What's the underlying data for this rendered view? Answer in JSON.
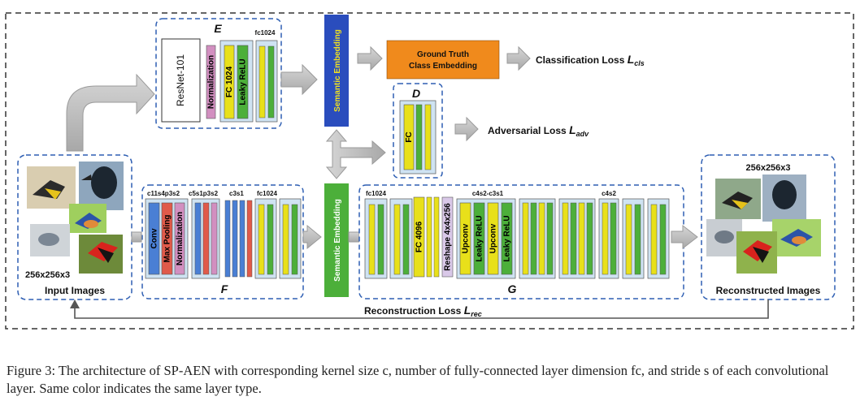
{
  "caption": "Figure 3: The architecture of SP-AEN with corresponding kernel size c, number of fully-connected layer dimension fc, and stride s of each convolutional layer. Same color indicates the same layer type.",
  "modules": {
    "E": {
      "letter": "E",
      "resnet": "ResNet-101",
      "norm": "Normalization",
      "fc": "FC 1024",
      "relu": "Leaky ReLU",
      "fc_label": "fc1024"
    },
    "D": {
      "letter": "D",
      "fc": "FC"
    },
    "F": {
      "letter": "F",
      "conv": "Conv",
      "pool": "Max Pooling",
      "norm": "Normalization",
      "c1": "c11s4p3s2",
      "c2": "c5s1p3s2",
      "c3": "c3s1",
      "c4": "fc1024"
    },
    "G": {
      "letter": "G",
      "fc_label": "fc1024",
      "fc4096": "FC 4096",
      "reshape": "Reshape 4x4x256",
      "upconv1": "Upconv",
      "relu1": "Leaky ReLU",
      "upconv2": "Upconv",
      "relu2": "Leaky ReLU",
      "c_mid": "c4s2-c3s1",
      "c_last": "c4s2"
    }
  },
  "embeddings": {
    "top": "Semantic Embedding",
    "bottom": "Semantic Embedding",
    "gt_line1": "Ground Truth",
    "gt_line2": "Class Embedding"
  },
  "losses": {
    "cls_text": "Classification Loss ",
    "cls_sym": "L",
    "cls_sub": "cls",
    "adv_text": "Adversarial Loss ",
    "adv_sym": "L",
    "adv_sub": "adv",
    "rec_text": "Reconstruction Loss ",
    "rec_sym": "L",
    "rec_sub": "rec"
  },
  "images": {
    "input_size": "256x256x3",
    "input_label": "Input Images",
    "output_size": "256x256x3",
    "output_label": "Reconstructed Images"
  },
  "colors": {
    "conv": "#4a7fd4",
    "pool": "#e05a4a",
    "norm": "#d28fc0",
    "fc": "#e8e01a",
    "relu": "#4caf3a",
    "reshape": "#d9c8e8",
    "panel": "#cfe3f2",
    "sem_top": "#2a4dbd",
    "sem_bottom": "#4caf3a",
    "gt": "#f08a1c",
    "dash": "#2f5fb3",
    "arrow": "#b9b9b9"
  }
}
